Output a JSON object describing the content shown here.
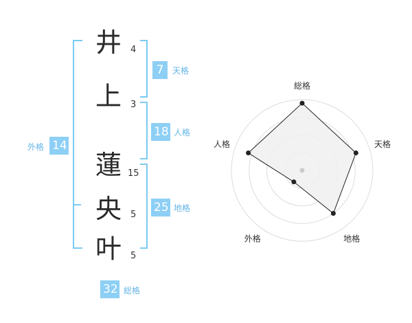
{
  "colors": {
    "badge_bg": "#8dcff5",
    "label": "#64b6e6",
    "bracket": "#7ccaf0",
    "radar_fill": "#f0f0f0",
    "radar_line": "#222222",
    "ring": "#dcdcdc"
  },
  "name": {
    "characters": [
      {
        "char": "井",
        "strokes": "4"
      },
      {
        "char": "上",
        "strokes": "3"
      },
      {
        "char": "蓮",
        "strokes": "15"
      },
      {
        "char": "央",
        "strokes": "5"
      },
      {
        "char": "叶",
        "strokes": "5"
      }
    ]
  },
  "scores": {
    "tenkaku": {
      "value": "7",
      "label": "天格"
    },
    "jinkaku": {
      "value": "18",
      "label": "人格"
    },
    "chikaku": {
      "value": "25",
      "label": "地格"
    },
    "gaikaku": {
      "value": "14",
      "label": "外格"
    },
    "soukaku": {
      "value": "32",
      "label": "総格"
    }
  },
  "chart_data": {
    "type": "radar",
    "axes": [
      "総格",
      "天格",
      "地格",
      "外格",
      "人格"
    ],
    "values": [
      0.95,
      0.8,
      0.75,
      0.2,
      0.8
    ],
    "range": [
      0,
      1
    ],
    "rings": 4
  }
}
